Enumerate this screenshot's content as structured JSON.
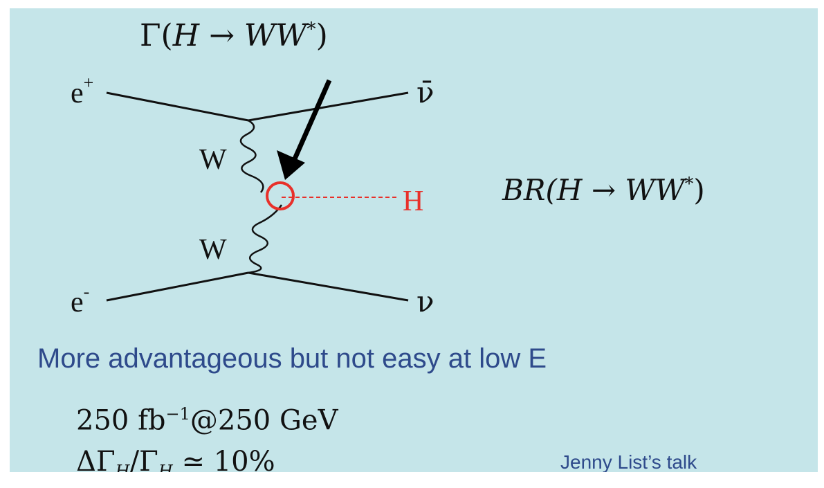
{
  "diagram": {
    "particles": {
      "e_plus": "e",
      "e_plus_charge": "+",
      "e_minus": "e",
      "e_minus_charge": "-",
      "antineutrino": "ν̄",
      "neutrino": "ν",
      "w_upper": "W",
      "w_lower": "W",
      "higgs": "H"
    },
    "colors": {
      "background": "#c5e5e9",
      "higgs": "#e8302a",
      "caption": "#2e4a8b",
      "lines": "#111111"
    }
  },
  "formulas": {
    "gamma_width": {
      "func": "Γ(",
      "lhs": "H",
      "arrow": " → ",
      "rhs": "WW",
      "star": "*",
      "close": ")"
    },
    "branching_ratio": {
      "func": "BR(",
      "lhs": "H",
      "arrow": " → ",
      "rhs": "WW",
      "star": "*",
      "close": ")"
    },
    "luminosity": {
      "value": "250 fb",
      "exponent": "−1",
      "at": "@250 GeV"
    },
    "width_precision": {
      "delta": "ΔΓ",
      "sub1": "H",
      "slash": "/Γ",
      "sub2": "H",
      "rel": " ≃ 10%"
    }
  },
  "caption": "More advantageous but not easy at low E",
  "credit": "Jenny List’s talk"
}
